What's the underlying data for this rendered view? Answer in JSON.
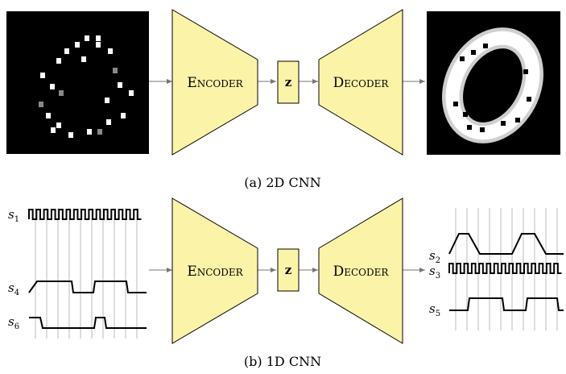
{
  "panel_a": {
    "caption": "(a) 2D CNN",
    "encoder_label": "Encoder",
    "latent_label": "z",
    "decoder_label": "Decoder",
    "input_image": "sparse-pixel-digit-zero",
    "output_image": "reconstructed-digit-zero"
  },
  "panel_b": {
    "caption": "(b) 1D CNN",
    "encoder_label": "Encoder",
    "latent_label": "z",
    "decoder_label": "Decoder",
    "input_signals": [
      {
        "name": "s",
        "sub": "1",
        "pattern": "fast-square"
      },
      {
        "name": "s",
        "sub": "4",
        "pattern": "slow-square"
      },
      {
        "name": "s",
        "sub": "6",
        "pattern": "pulse"
      }
    ],
    "output_signals": [
      {
        "name": "s",
        "sub": "2",
        "pattern": "trapezoid"
      },
      {
        "name": "s",
        "sub": "3",
        "pattern": "fast-square"
      },
      {
        "name": "s",
        "sub": "5",
        "pattern": "slow-square"
      }
    ]
  },
  "colors": {
    "block_fill": "#fbf3a8",
    "block_stroke": "#000000",
    "arrow": "#777777",
    "grid": "#bbbbbb"
  }
}
